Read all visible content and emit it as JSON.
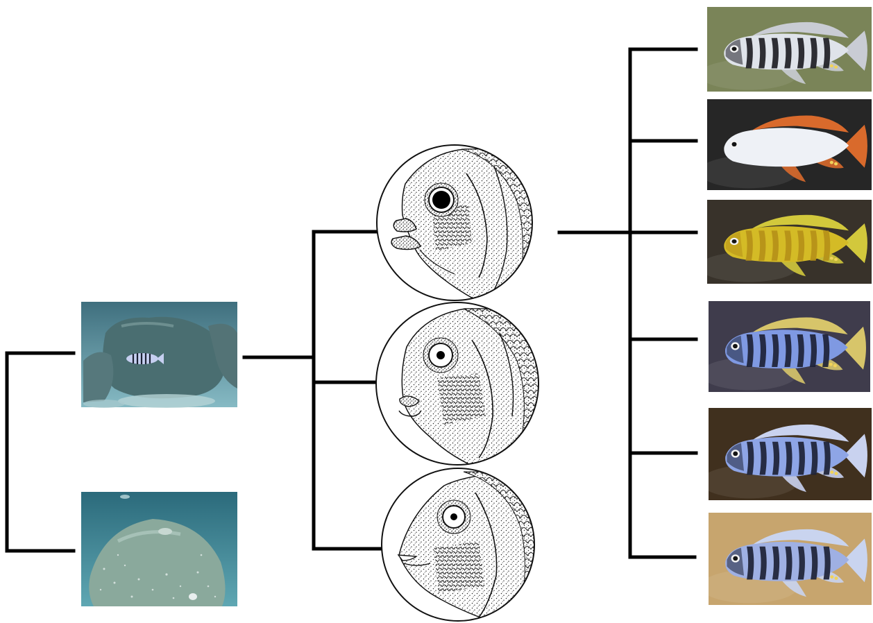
{
  "figure": {
    "habitats": [
      {
        "id": "rock-habitat",
        "kind": "rock",
        "water_top": "#3f6f7e",
        "water_bottom": "#7fb3bd",
        "rock": "#476b6d"
      },
      {
        "id": "sand-habitat",
        "kind": "sand",
        "water_top": "#2d6f80",
        "water_bottom": "#6fb2bd",
        "mound": "#86a99b"
      }
    ],
    "head_morphs": [
      {
        "id": "thick-lipped-head",
        "lips": "thick"
      },
      {
        "id": "short-snout-head",
        "lips": "medium"
      },
      {
        "id": "pointed-snout-head",
        "lips": "thin"
      }
    ],
    "species": [
      {
        "id": "black-barred-white",
        "body": "#dfe3ea",
        "fin": "#c9ccd4",
        "bars": "#1e1e24",
        "background": "#7a8458",
        "bar_count": 7
      },
      {
        "id": "white-orange-fin",
        "body": "#eef1f6",
        "fin": "#d96a2c",
        "bars": "",
        "background": "#262626",
        "bar_count": 0
      },
      {
        "id": "yellow-barred",
        "body": "#d4bb26",
        "fin": "#d2c83c",
        "bars": "#b59018",
        "background": "#38322a",
        "bar_count": 7
      },
      {
        "id": "blue-barred-yellow-fin",
        "body": "#7f99e2",
        "fin": "#d7c56a",
        "bars": "#1d2236",
        "background": "#3f3c4c",
        "bar_count": 7
      },
      {
        "id": "blue-barred-orange-belly",
        "body": "#8ea5e6",
        "fin": "#c9d2ef",
        "bars": "#1d2236",
        "background": "#40301e",
        "bar_count": 7
      },
      {
        "id": "blue-barred-sandy",
        "body": "#9fb0e3",
        "fin": "#c9d4ef",
        "bars": "#1d2236",
        "background": "#c7a56e",
        "bar_count": 7
      }
    ],
    "colors": {
      "line": "#000000",
      "circle_stroke": "#111111",
      "stipple": "#222222"
    }
  }
}
